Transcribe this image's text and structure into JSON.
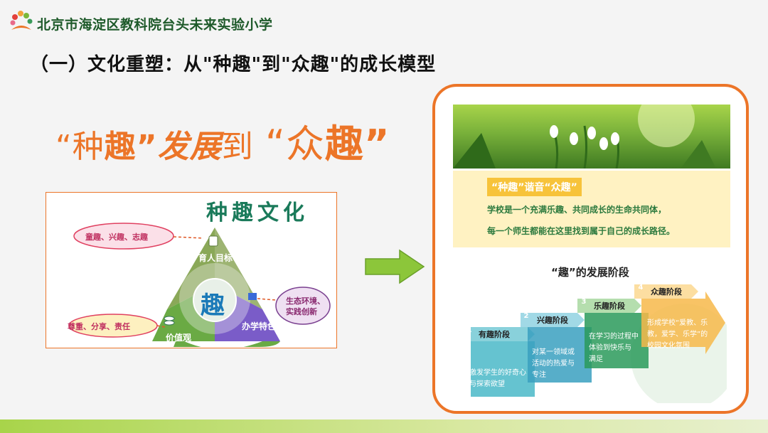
{
  "header": {
    "school_name": "北京市海淀区教科院台头未来实验小学",
    "title": "（一）文化重塑：从\"种趣\"到\"众趣\"的成长模型"
  },
  "slogan": {
    "part1": "“种",
    "part2": "趣”",
    "part3": "发展",
    "part4": "到",
    "part5": "“众",
    "part6": "趣”"
  },
  "diagram": {
    "title": "种趣文化",
    "center": "趣",
    "top_label": "育人目标",
    "left_label": "价值观",
    "right_label": "办学特色",
    "cloud_top": "童趣、兴趣、志趣",
    "cloud_left": "尊重、分享、责任",
    "cloud_right_line1": "生态环境、",
    "cloud_right_line2": "实践创新"
  },
  "panel": {
    "tag": "“种趣”谐音“众趣”",
    "line1": "学校是一个充满乐趣、共同成长的生命共同体，",
    "line2": "每一个师生都能在这里找到属于自己的成长路径。",
    "stage_title": "“趣”的发展阶段",
    "steps": [
      {
        "num": "1",
        "label": "有趣阶段",
        "desc1": "激发学生的好奇心",
        "desc2": "与探索欲望"
      },
      {
        "num": "2",
        "label": "兴趣阶段",
        "desc1": "对某一领域或",
        "desc2": "活动的热爱与",
        "desc3": "专注"
      },
      {
        "num": "3",
        "label": "乐趣阶段",
        "desc1": "在学习的过程中",
        "desc2": "体验到快乐与",
        "desc3": "满足"
      },
      {
        "num": "4",
        "label": "众趣阶段",
        "desc1": "形成学校“爱教、乐",
        "desc2": "教，爱学、乐学”的",
        "desc3": "校园文化氛围"
      }
    ]
  },
  "colors": {
    "orange": "#ec7528",
    "green_dark": "#1a7a5a",
    "olive": "#8aa858",
    "purple": "#7a5cc8",
    "teal": "#4ab8c8"
  }
}
